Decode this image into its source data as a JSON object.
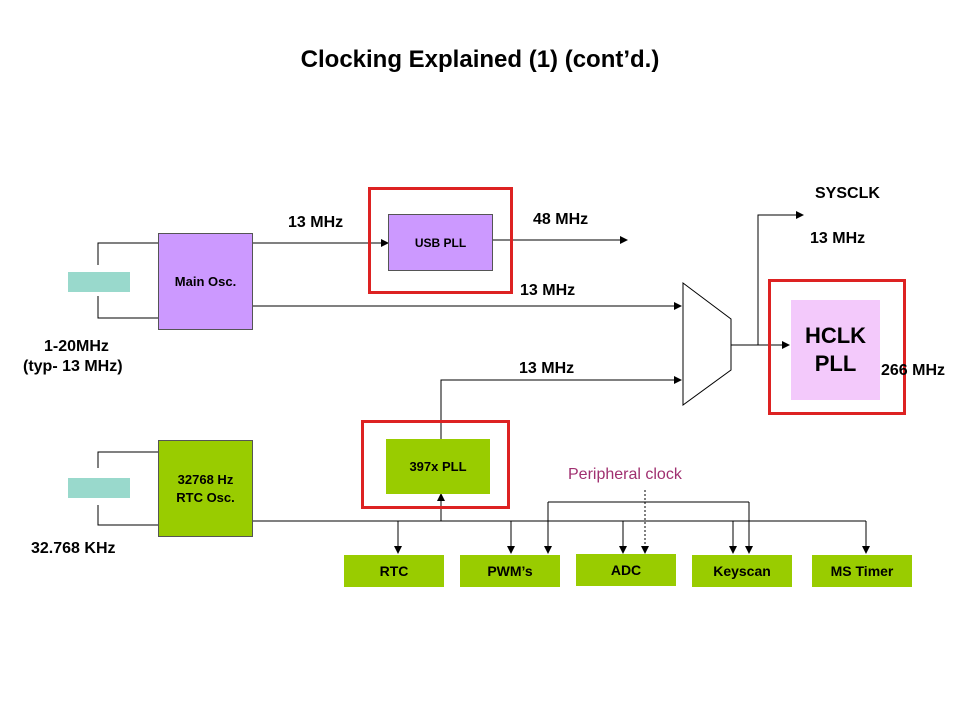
{
  "title": "Clocking Explained (1) (cont’d.)",
  "blocks": {
    "main_osc": "Main Osc.",
    "usb_pll": "USB PLL",
    "hclk_pll_line1": "HCLK",
    "hclk_pll_line2": "PLL",
    "pll_397x": "397x PLL",
    "rtc_osc_line1": "32768 Hz",
    "rtc_osc_line2": "RTC Osc."
  },
  "labels": {
    "main_freq_range": "1-20MHz",
    "main_freq_typ": "(typ- 13 MHz)",
    "usb_in": "13 MHz",
    "usb_out": "48 MHz",
    "mux_in_main": "13 MHz",
    "mux_in_pll": "13 MHz",
    "sysclk": "SYSCLK",
    "sysclk_freq": "13 MHz",
    "hclk_out": "266 MHz",
    "rtc_freq": "32.768 KHz",
    "peripheral_clock": "Peripheral clock"
  },
  "peripherals": [
    "RTC",
    "PWM’s",
    "ADC",
    "Keyscan",
    "MS Timer"
  ],
  "colors": {
    "osc_purple": "#cc99ff",
    "pll_green": "#99cc00",
    "hclk_pink": "#f3c9fb",
    "highlight_red": "#dd2222",
    "crystal_teal": "#99d9cc",
    "peripheral_text": "#a03070"
  }
}
